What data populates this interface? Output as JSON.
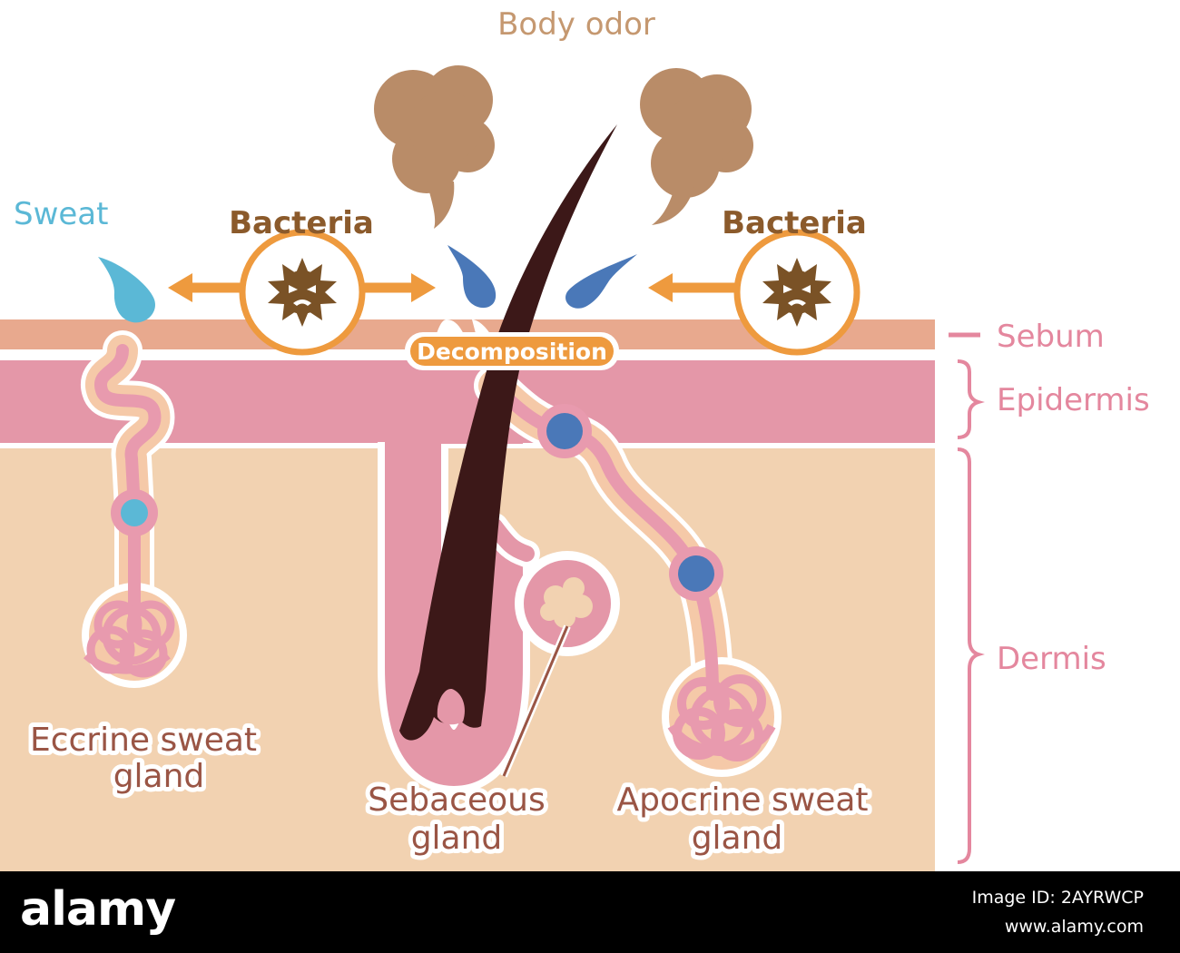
{
  "labels": {
    "body_odor": "Body odor",
    "sweat": "Sweat",
    "bacteria_left": "Bacteria",
    "bacteria_right": "Bacteria",
    "decomposition": "Decomposition",
    "sebum": "Sebum",
    "epidermis": "Epidermis",
    "dermis": "Dermis",
    "eccrine_line1": "Eccrine sweat",
    "eccrine_line2": "gland",
    "sebaceous_line1": "Sebaceous",
    "sebaceous_line2": "gland",
    "apocrine_line1": "Apocrine sweat",
    "apocrine_line2": "gland"
  },
  "watermark": {
    "brand": "alamy",
    "image_id": "Image ID: 2AYRWCP",
    "site": "www.alamy.com"
  },
  "colors": {
    "sebum_layer": "#E8A98E",
    "epidermis_layer": "#E497A8",
    "dermis_layer": "#F2D2B1",
    "gland": "#E89AAE",
    "gland_halo": "#F5C9A8",
    "hair": "#3C1818",
    "sweat_drop_light": "#5BB8D6",
    "sweat_drop_dark": "#4A78B8",
    "odor_cloud": "#B98C68",
    "bacteria": "#7A5226",
    "arrow_ring": "#EE9A3E",
    "label_brown": "#8B5A2B",
    "label_gland": "#9A5545",
    "label_layer": "#E4879E",
    "label_sweat": "#5BB8D6",
    "label_odor": "#C59870"
  }
}
